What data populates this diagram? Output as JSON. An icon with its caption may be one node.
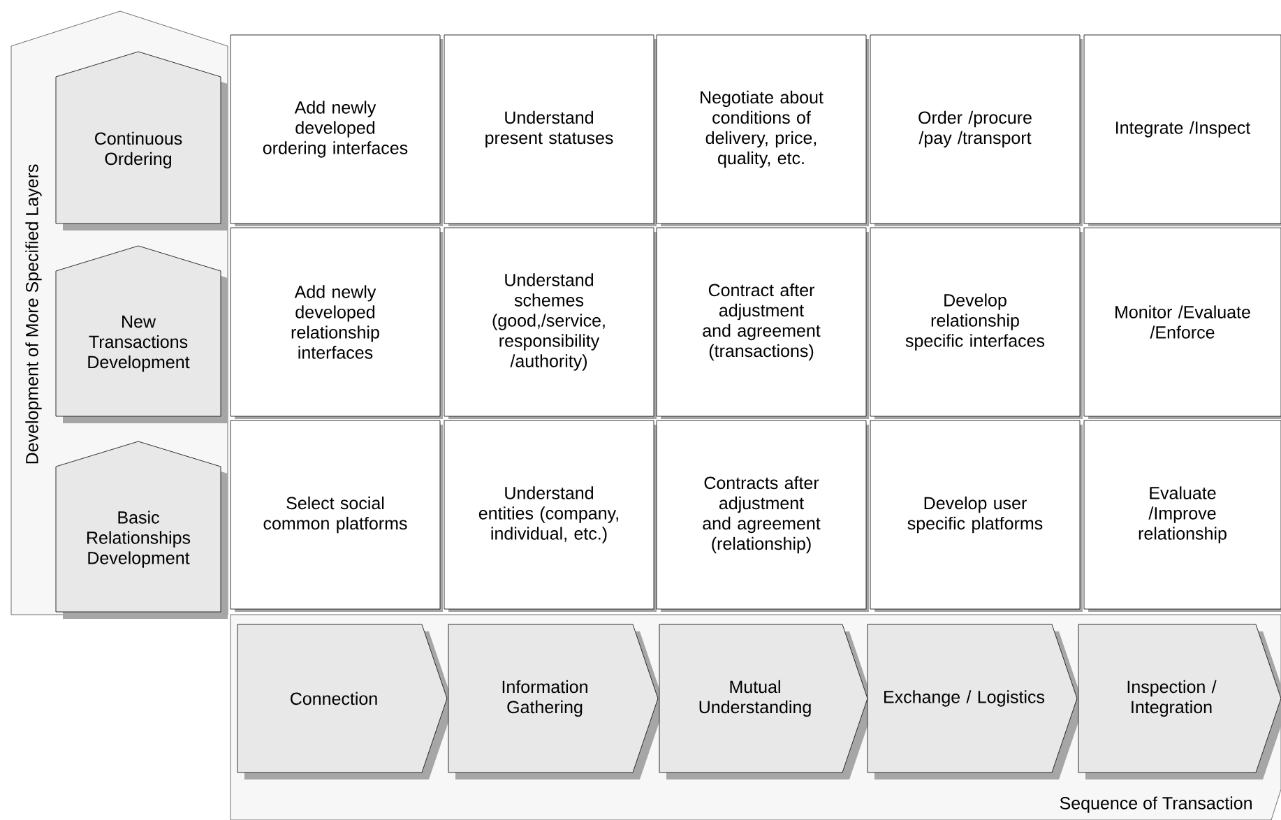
{
  "diagram": {
    "nodes": [
      {
        "text": [
          "Development of More Specified Layers"
        ]
      },
      {
        "text": [
          "Continuous Ordering"
        ],
        "in": 0
      },
      {
        "text": [
          "New Transactions Development"
        ],
        "in": 0
      },
      {
        "text": [
          "Basic Relationships Development"
        ],
        "in": 0
      },
      {
        "text": [
          "Add newly developed ordering interfaces"
        ]
      },
      {
        "text": [
          "Understand present statuses"
        ]
      },
      {
        "text": [
          "Negotiate about conditions of delivery, price, quality, etc."
        ]
      },
      {
        "text": [
          "Order /procure /pay /transport"
        ]
      },
      {
        "text": [
          "Integrate /Inspect"
        ]
      },
      {
        "text": [
          "Add newly developed relationship interfaces"
        ]
      },
      {
        "text": [
          "Understand schemes (good,/service, responsibility /authority)"
        ]
      },
      {
        "text": [
          "Contract after adjustment and agreement (transactions)"
        ]
      },
      {
        "text": [
          "Develop relationship specific interfaces"
        ]
      },
      {
        "text": [
          "Monitor /Evaluate /Enforce"
        ]
      },
      {
        "text": [
          "Select social common platforms"
        ]
      },
      {
        "text": [
          "Understand entities (company, individual, etc.)"
        ]
      },
      {
        "text": [
          "Contracts after adjustment and agreement (relationship)"
        ]
      },
      {
        "text": [
          "Develop user specific platforms"
        ]
      },
      {
        "text": [
          "Evaluate /Improve relationship"
        ]
      },
      {
        "text": [
          "Sequence of Transaction"
        ]
      },
      {
        "text": [
          "Connection"
        ],
        "in": 19
      },
      {
        "text": [
          "Information Gathering"
        ],
        "in": 19
      },
      {
        "text": [
          "Mutual Understanding"
        ],
        "in": 19
      },
      {
        "text": [
          "Exchange / Logistics"
        ],
        "in": 19
      },
      {
        "text": [
          "Inspection / Integration"
        ],
        "in": 19
      }
    ]
  }
}
